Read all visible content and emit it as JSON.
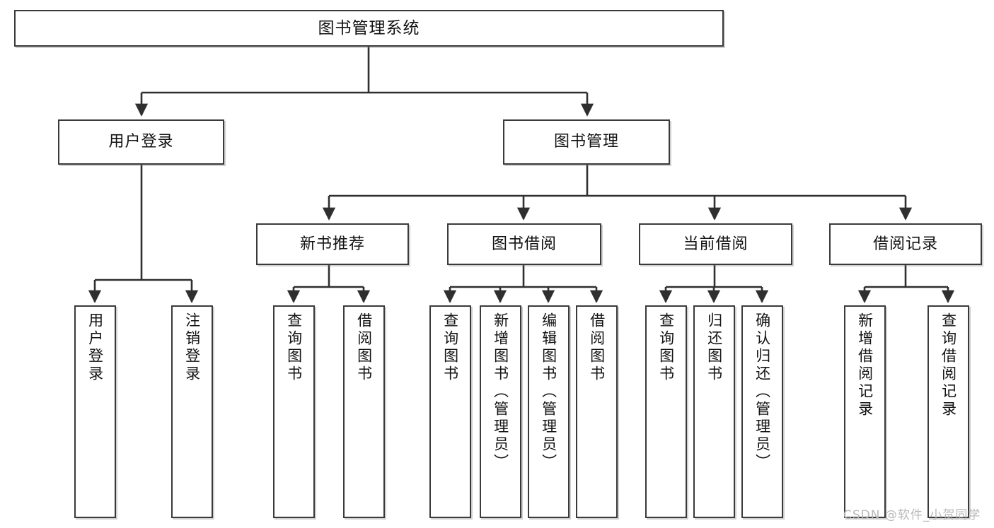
{
  "diagram": {
    "title": "图书管理系统",
    "type": "tree-hierarchy-chart",
    "colors": {
      "box_border": "#3a3a3a",
      "box_fill": "#ffffff",
      "edge": "#2f2f2f",
      "text": "#121212",
      "watermark": "#b9b9b9"
    },
    "root": {
      "id": "root",
      "label": "图书管理系统",
      "level": 1
    },
    "level2": [
      {
        "id": "user-login",
        "label": "用户登录",
        "level": 2
      },
      {
        "id": "book-management",
        "label": "图书管理",
        "level": 2
      }
    ],
    "level3": [
      {
        "id": "new-book-recommend",
        "label": "新书推荐",
        "level": 3,
        "parent": "book-management"
      },
      {
        "id": "book-borrow",
        "label": "图书借阅",
        "level": 3,
        "parent": "book-management"
      },
      {
        "id": "current-borrow",
        "label": "当前借阅",
        "level": 3,
        "parent": "book-management"
      },
      {
        "id": "borrow-record",
        "label": "借阅记录",
        "level": 3,
        "parent": "book-management"
      }
    ],
    "leaves": [
      {
        "id": "leaf-user-login",
        "label": "用户登录",
        "parent": "user-login"
      },
      {
        "id": "leaf-user-logout",
        "label": "注销登录",
        "parent": "user-login"
      },
      {
        "id": "leaf-query-book-1",
        "label": "查询图书",
        "parent": "new-book-recommend"
      },
      {
        "id": "leaf-borrow-book-1",
        "label": "借阅图书",
        "parent": "new-book-recommend"
      },
      {
        "id": "leaf-query-book-2",
        "label": "查询图书",
        "parent": "book-borrow"
      },
      {
        "id": "leaf-add-book",
        "label": "新增图书（管理员）",
        "parent": "book-borrow"
      },
      {
        "id": "leaf-edit-book",
        "label": "编辑图书（管理员）",
        "parent": "book-borrow"
      },
      {
        "id": "leaf-borrow-book-2",
        "label": "借阅图书",
        "parent": "book-borrow"
      },
      {
        "id": "leaf-query-book-3",
        "label": "查询图书",
        "parent": "current-borrow"
      },
      {
        "id": "leaf-return-book",
        "label": "归还图书",
        "parent": "current-borrow"
      },
      {
        "id": "leaf-confirm-return",
        "label": "确认归还（管理员）",
        "parent": "current-borrow"
      },
      {
        "id": "leaf-add-record",
        "label": "新增借阅记录",
        "parent": "borrow-record"
      },
      {
        "id": "leaf-query-record",
        "label": "查询借阅记录",
        "parent": "borrow-record"
      }
    ],
    "watermark": "CSDN @软件_小贺同学"
  }
}
